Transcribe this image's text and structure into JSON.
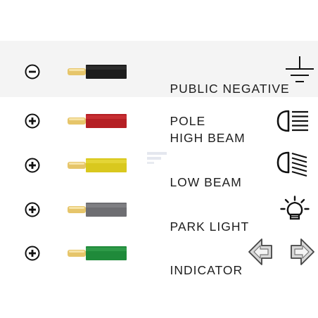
{
  "legend": {
    "rows": [
      {
        "polarity": "negative",
        "polarity_icon": "minus-circle-icon",
        "wire_color": "#1c1c1c",
        "wire_highlight": "#3a3a3a",
        "label_line1": "PUBLIC NEGATIVE",
        "label_line2": "POLE",
        "symbol_icon": "ground-icon"
      },
      {
        "polarity": "positive",
        "polarity_icon": "plus-circle-icon",
        "wire_color": "#b51f24",
        "wire_highlight": "#d63a3e",
        "label_line1": "HIGH BEAM",
        "symbol_icon": "high-beam-icon"
      },
      {
        "polarity": "positive",
        "polarity_icon": "plus-circle-icon",
        "wire_color": "#d9c81e",
        "wire_highlight": "#ece04a",
        "label_line1": "LOW BEAM",
        "symbol_icon": "low-beam-icon"
      },
      {
        "polarity": "positive",
        "polarity_icon": "plus-circle-icon",
        "wire_color": "#6e6e72",
        "wire_highlight": "#8e8e92",
        "label_line1": "PARK LIGHT",
        "symbol_icon": "park-light-icon"
      },
      {
        "polarity": "positive",
        "polarity_icon": "plus-circle-icon",
        "wire_color": "#1f8a3a",
        "wire_highlight": "#3aa853",
        "label_line1": "INDICATOR",
        "symbol_icon": "indicator-arrows-icon"
      }
    ],
    "wire_tip_color": "#e6c56a"
  }
}
